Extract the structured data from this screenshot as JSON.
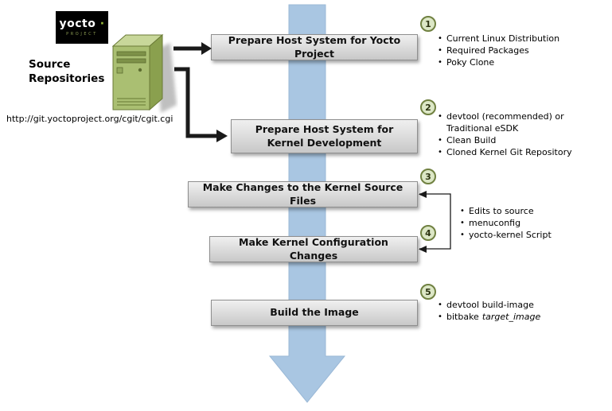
{
  "logo": {
    "wordmark": "yocto",
    "dot": "·",
    "subtext": "PROJECT"
  },
  "source_repositories": {
    "label": "Source Repositories",
    "url": "http://git.yoctoproject.org/cgit/cgit.cgi"
  },
  "workflow": {
    "steps": [
      {
        "num": "1",
        "label": "Prepare Host System for Yocto Project",
        "bullets": [
          "Current Linux Distribution",
          "Required Packages",
          "Poky Clone"
        ]
      },
      {
        "num": "2",
        "label": "Prepare Host System for Kernel Development",
        "bullets": [
          "devtool (recommended) or Traditional eSDK",
          "Clean Build",
          "Cloned Kernel Git Repository"
        ]
      },
      {
        "num": "3",
        "label": "Make Changes to the Kernel Source Files",
        "bullets": []
      },
      {
        "num": "4",
        "label": "Make Kernel Configuration Changes",
        "bullets": []
      },
      {
        "num": "5",
        "label": "Build the Image",
        "bullets": [
          "devtool build-image"
        ],
        "bullet_code_prefix": "bitbake",
        "bullet_code_italic": "target_image"
      }
    ],
    "shared_bullets_steps_3_4": [
      "Edits to source",
      "menuconfig",
      "yocto-kernel Script"
    ]
  },
  "colors": {
    "flow_arrow_blue": "#a9c6e2",
    "box_fill_top": "#f0f0f0",
    "box_fill_bottom": "#c8c8c8",
    "box_border": "#8f8f8f",
    "badge_fill": "#dce7c6",
    "badge_border": "#708141",
    "server_green": "#aabf72",
    "logo_background": "#000000",
    "connector_black": "#1a1a1a"
  }
}
